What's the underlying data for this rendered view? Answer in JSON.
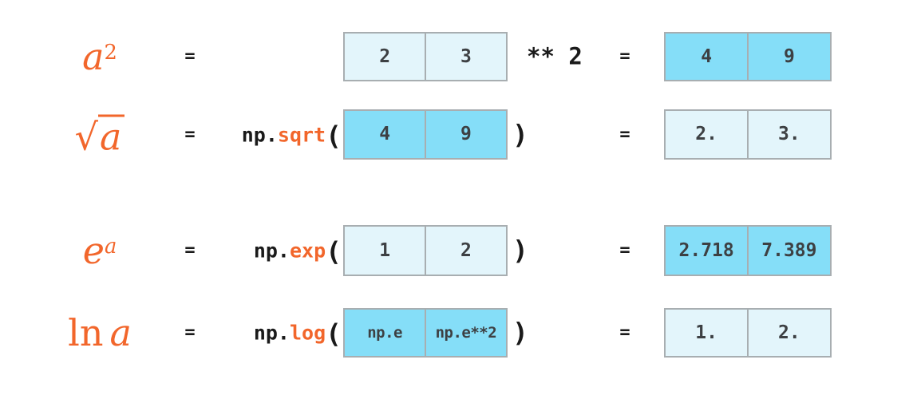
{
  "colors": {
    "accent_orange": "#F2662B",
    "code_black": "#1A1A1A",
    "cell_light": "#E3F5FB",
    "cell_dark": "#85DEF8",
    "cell_border": "#A8AEB1",
    "cell_text": "#3D4043"
  },
  "rows": [
    {
      "name": "square",
      "math": {
        "base": "a",
        "sup": "2"
      },
      "eq1": "=",
      "input": {
        "variant": "light",
        "cells": [
          "2",
          "3"
        ]
      },
      "suffix": "** 2",
      "eq2": "=",
      "output": {
        "variant": "dark",
        "cells": [
          "4",
          "9"
        ]
      }
    },
    {
      "name": "sqrt",
      "math": {
        "radical": "√",
        "arg": "a"
      },
      "eq1": "=",
      "func": {
        "prefix": "np.",
        "name": "sqrt",
        "open": "("
      },
      "input": {
        "variant": "dark",
        "cells": [
          "4",
          "9"
        ]
      },
      "suffix": ")",
      "eq2": "=",
      "output": {
        "variant": "light",
        "cells": [
          "2.",
          "3."
        ]
      }
    },
    {
      "name": "exp",
      "math": {
        "base": "e",
        "sup": "a"
      },
      "eq1": "=",
      "func": {
        "prefix": "np.",
        "name": "exp",
        "open": "("
      },
      "input": {
        "variant": "light",
        "cells": [
          "1",
          "2"
        ]
      },
      "suffix": ")",
      "eq2": "=",
      "output": {
        "variant": "dark",
        "cells": [
          "2.718",
          "7.389"
        ]
      }
    },
    {
      "name": "log",
      "math": {
        "prefix": "ln",
        "arg": "a"
      },
      "eq1": "=",
      "func": {
        "prefix": "np.",
        "name": "log",
        "open": "("
      },
      "input": {
        "variant": "dark",
        "cells": [
          "np.e",
          "np.e**2"
        ]
      },
      "suffix": ")",
      "eq2": "=",
      "output": {
        "variant": "light",
        "cells": [
          "1.",
          "2."
        ]
      }
    }
  ]
}
